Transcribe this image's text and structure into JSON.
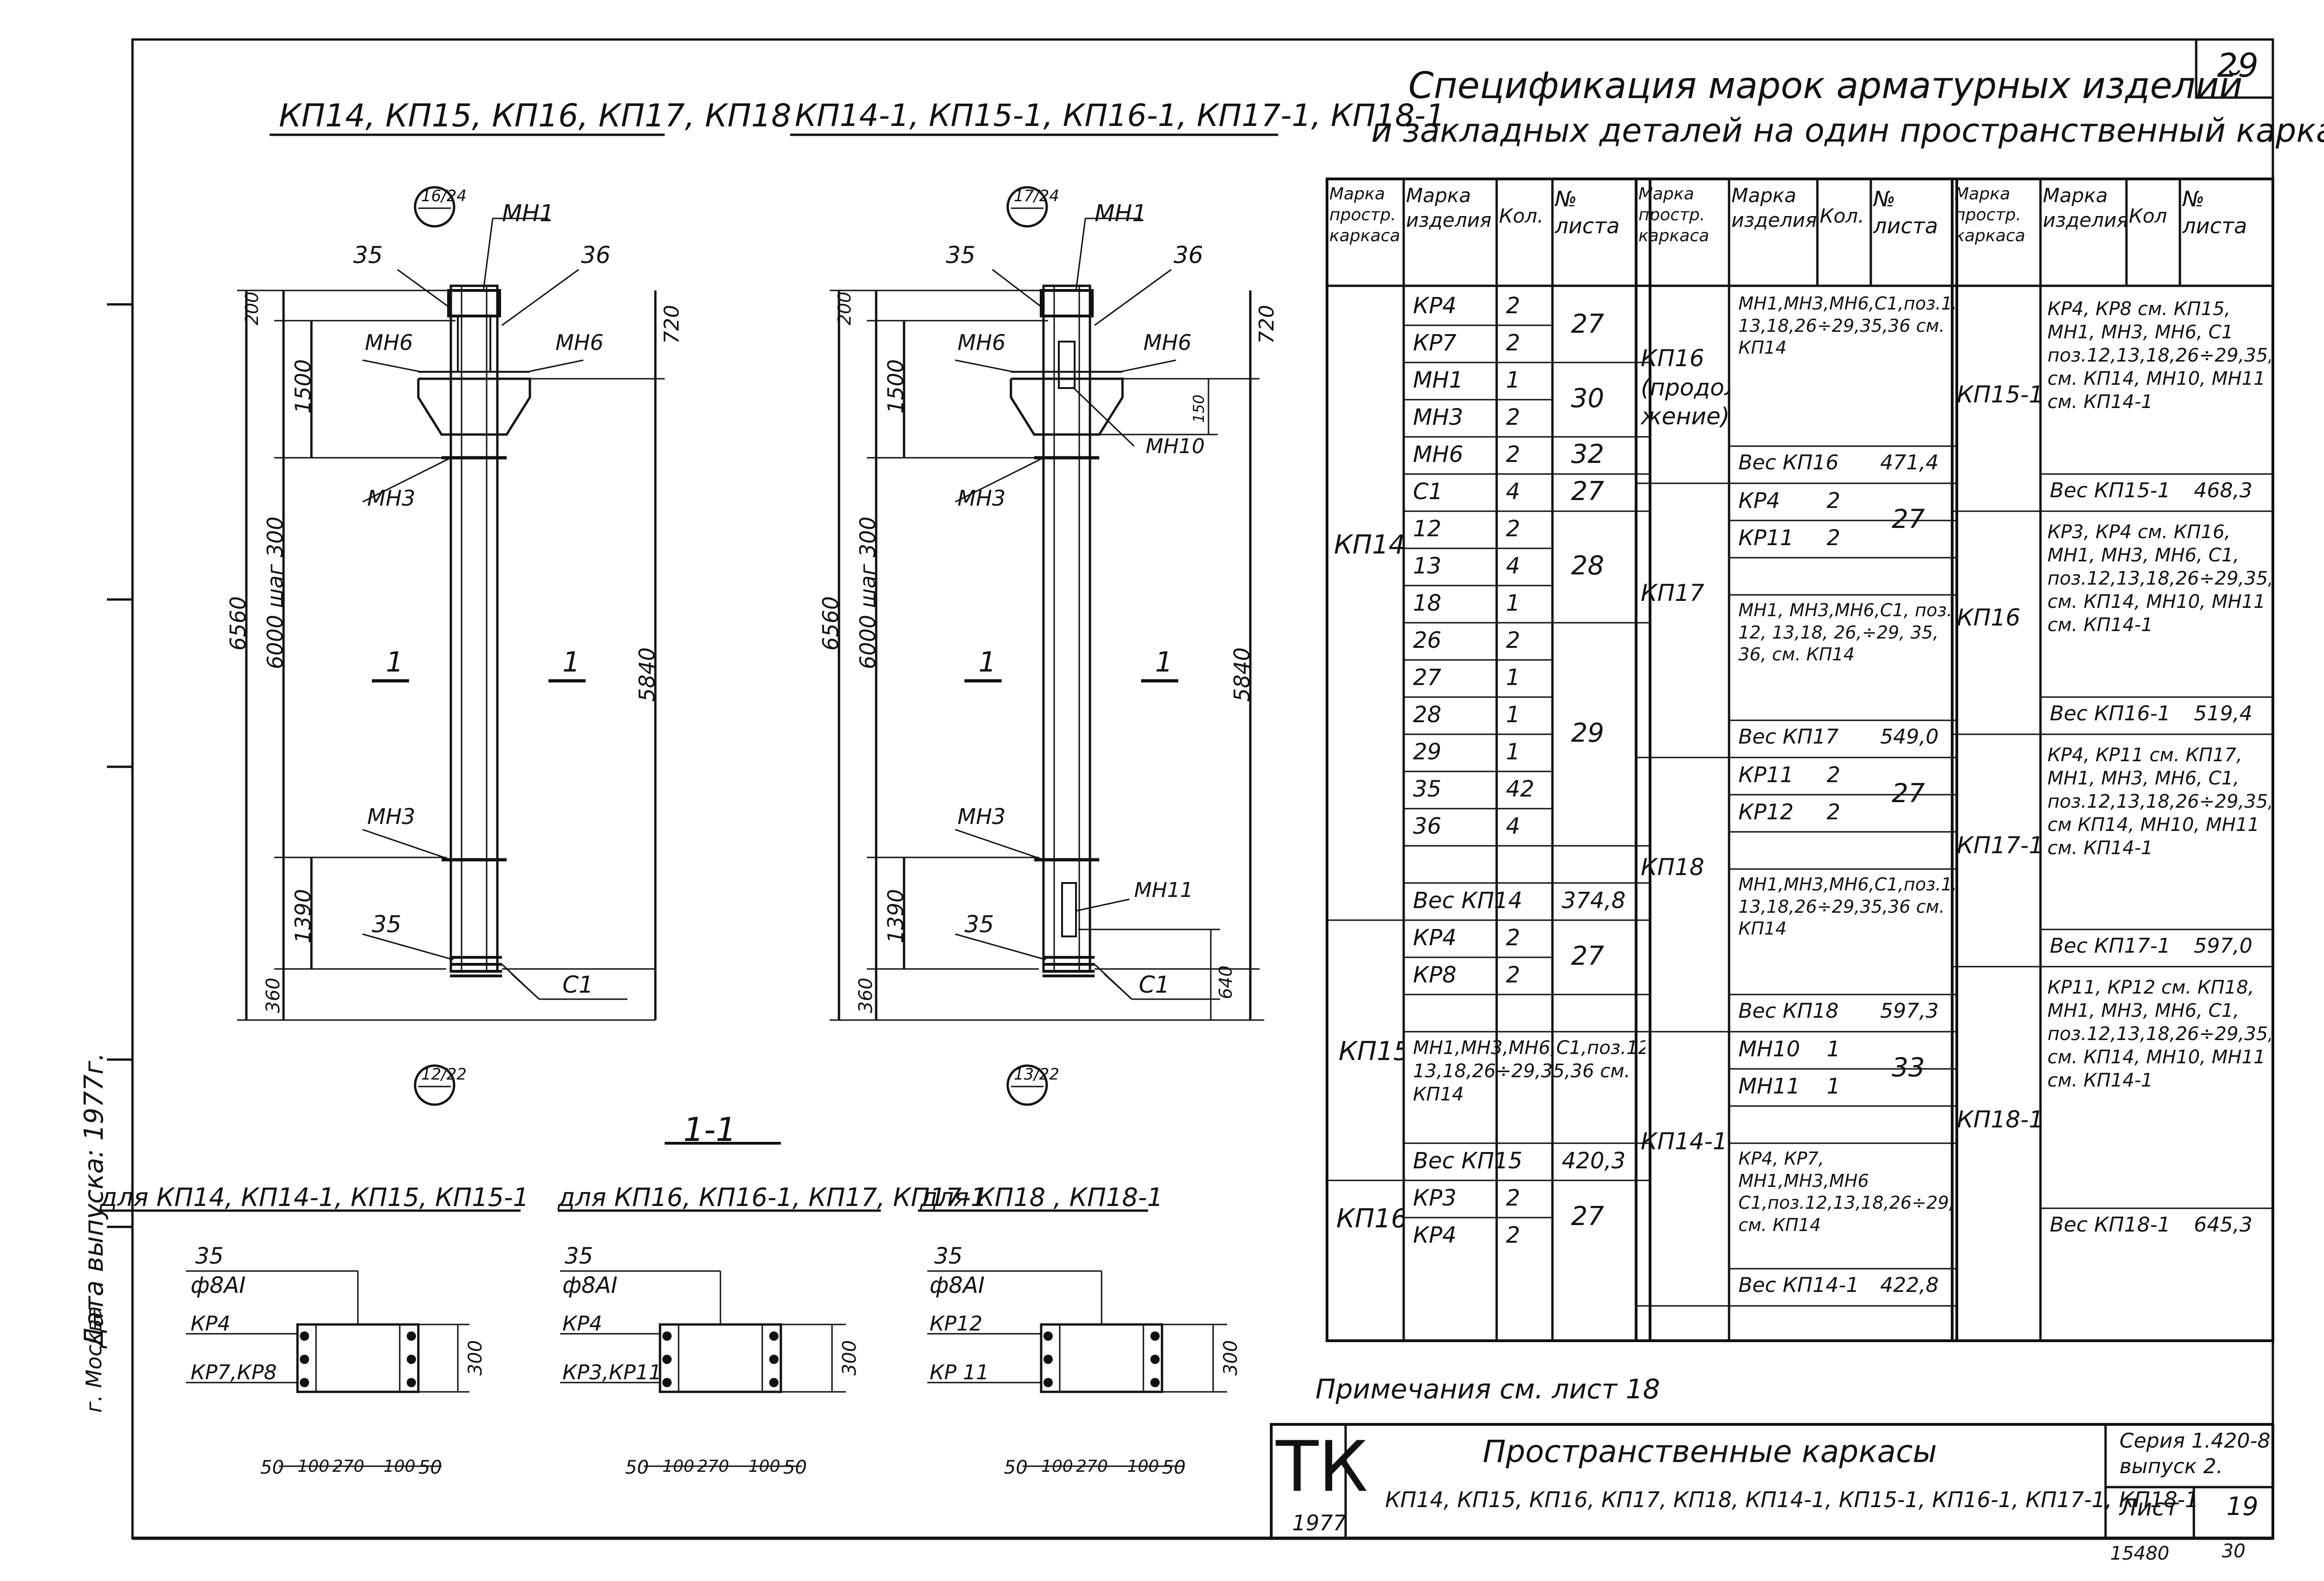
{
  "sheet": {
    "page_number": "29",
    "title_line1": "Спецификация марок арматурных изделий",
    "title_line2": "и закладных деталей на один пространственный каркас",
    "left_margin_date": "Дата выпуска: 1977г.",
    "left_margin_city": "г. Москва",
    "note": "Примечания  см. лист 18"
  },
  "views": {
    "view1_title": "КП14, КП15, КП16, КП17, КП18",
    "view2_title": "КП14-1, КП15-1, КП16-1, КП17-1, КП18-1",
    "view1_top_tag": "16/24",
    "view1_bottom_tag": "12/22",
    "view2_top_tag": "17/24",
    "view2_bottom_tag": "13/22",
    "labels": {
      "mn1": "МН1",
      "mn3": "МН3",
      "mn6": "МН6",
      "mn10": "МН10",
      "mn11": "МН11",
      "p35": "35",
      "p36": "36",
      "c1": "С1",
      "section": "1"
    },
    "dims": {
      "d200": "200",
      "d1500": "1500",
      "d720": "720",
      "d150": "150",
      "d6560": "6560",
      "d6000": "6000 шаг 300",
      "d5840": "5840",
      "d1390": "1390",
      "d360": "360",
      "d640": "640"
    }
  },
  "sections": {
    "title": "1-1",
    "s1_title": "для КП14, КП14-1, КП15, КП15-1",
    "s2_title": "для КП16, КП16-1, КП17, КП17-1",
    "s3_title": "для КП18 , КП18-1",
    "bar": "35",
    "diam": "ф8АI",
    "s1_top": "КР4",
    "s1_bot": "КР7,КР8",
    "s2_top": "КР4",
    "s2_bot": "КР3,КР11",
    "s3_top": "КР12",
    "s3_bot": "КР 11",
    "d300": "300",
    "bottom_dims": [
      "50",
      "100",
      "270",
      "100",
      "50"
    ]
  },
  "table": {
    "headers": {
      "frame": "Марка простр. каркаса",
      "item": "Марка изделия",
      "qty": "Кол.",
      "sheet": "№ листа",
      "qty3": "Кол"
    },
    "col1": [
      {
        "frame": "КП14",
        "rows": [
          {
            "item": "КР4",
            "qty": "2"
          },
          {
            "item": "КР7",
            "qty": "2"
          },
          {
            "item": "МН1",
            "qty": "1"
          },
          {
            "item": "МН3",
            "qty": "2"
          },
          {
            "item": "МН6",
            "qty": "2"
          },
          {
            "item": "С1",
            "qty": "4"
          },
          {
            "item": "12",
            "qty": "2"
          },
          {
            "item": "13",
            "qty": "4"
          },
          {
            "item": "18",
            "qty": "1"
          },
          {
            "item": "26",
            "qty": "2"
          },
          {
            "item": "27",
            "qty": "1"
          },
          {
            "item": "28",
            "qty": "1"
          },
          {
            "item": "29",
            "qty": "1"
          },
          {
            "item": "35",
            "qty": "42"
          },
          {
            "item": "36",
            "qty": "4"
          }
        ],
        "sheets": [
          "27",
          "30",
          "32",
          "27",
          "28",
          "29"
        ],
        "weight_label": "Вес КП14",
        "weight": "374,8"
      },
      {
        "frame": "КП15",
        "rows": [
          {
            "item": "КР4",
            "qty": "2"
          },
          {
            "item": "КР8",
            "qty": "2"
          }
        ],
        "sheet": "27",
        "ref": "МН1,МН3,МН6,С1,поз.12, 13,18,26÷29,35,36 см. КП14",
        "weight_label": "Вес КП15",
        "weight": "420,3"
      },
      {
        "frame": "КП16",
        "rows": [
          {
            "item": "КР3",
            "qty": "2"
          },
          {
            "item": "КР4",
            "qty": "2"
          }
        ],
        "sheet": "27"
      }
    ],
    "col2": [
      {
        "frame": "КП16 (продол- жение)",
        "ref": "МН1,МН3,МН6,С1,поз.12, 13,18,26÷29,35,36 см. КП14",
        "weight_label": "Вес КП16",
        "weight": "471,4"
      },
      {
        "frame": "КП17",
        "rows": [
          {
            "item": "КР4",
            "qty": "2"
          },
          {
            "item": "КР11",
            "qty": "2"
          }
        ],
        "sheet": "27",
        "ref": "МН1, МН3,МН6,С1, поз. 12, 13,18, 26,÷29, 35, 36, см. КП14",
        "weight_label": "Вес КП17",
        "weight": "549,0"
      },
      {
        "frame": "КП18",
        "rows": [
          {
            "item": "КР11",
            "qty": "2"
          },
          {
            "item": "КР12",
            "qty": "2"
          }
        ],
        "sheet": "27",
        "ref": "МН1,МН3,МН6,С1,поз.12, 13,18,26÷29,35,36 см. КП14",
        "weight_label": "Вес КП18",
        "weight": "597,3"
      },
      {
        "frame": "КП14-1",
        "rows": [
          {
            "item": "МН10",
            "qty": "1"
          },
          {
            "item": "МН11",
            "qty": "1"
          }
        ],
        "sheet": "33",
        "ref": "КР4, КР7, МН1,МН3,МН6 С1,поз.12,13,18,26÷29,35,36 см. КП14",
        "weight_label": "Вес КП14-1",
        "weight": "422,8"
      }
    ],
    "col3": [
      {
        "frame": "КП15-1",
        "ref": "КР4, КР8 см. КП15, МН1, МН3, МН6, С1 поз.12,13,18,26÷29,35,36 см. КП14, МН10, МН11 см. КП14-1",
        "weight_label": "Вес КП15-1",
        "weight": "468,3"
      },
      {
        "frame": "КП16",
        "ref": "КР3, КР4 см. КП16, МН1, МН3, МН6, С1, поз.12,13,18,26÷29,35,36 см. КП14, МН10, МН11 см. КП14-1",
        "weight_label": "Вес КП16-1",
        "weight": "519,4"
      },
      {
        "frame": "КП17-1",
        "ref": "КР4, КР11 см. КП17, МН1, МН3, МН6, С1, поз.12,13,18,26÷29,35,36 см КП14, МН10, МН11 см. КП14-1",
        "weight_label": "Вес КП17-1",
        "weight": "597,0"
      },
      {
        "frame": "КП18-1",
        "ref": "КР11, КР12 см. КП18, МН1, МН3, МН6, С1, поз.12,13,18,26÷29,35,36 см. КП14, МН10, МН11 см. КП14-1",
        "weight_label": "Вес КП18-1",
        "weight": "645,3"
      }
    ]
  },
  "title_block": {
    "logo": "ТК",
    "year": "1977",
    "title": "Пространственные каркасы",
    "subtitle": "КП14, КП15, КП16, КП17, КП18, КП14-1, КП15-1, КП16-1, КП17-1, КП18-1",
    "series": "Серия 1.420-8",
    "issue": "выпуск 2.",
    "sheet_label": "Лист",
    "sheet_no": "19",
    "inv": "15480",
    "page_ref": "30"
  }
}
